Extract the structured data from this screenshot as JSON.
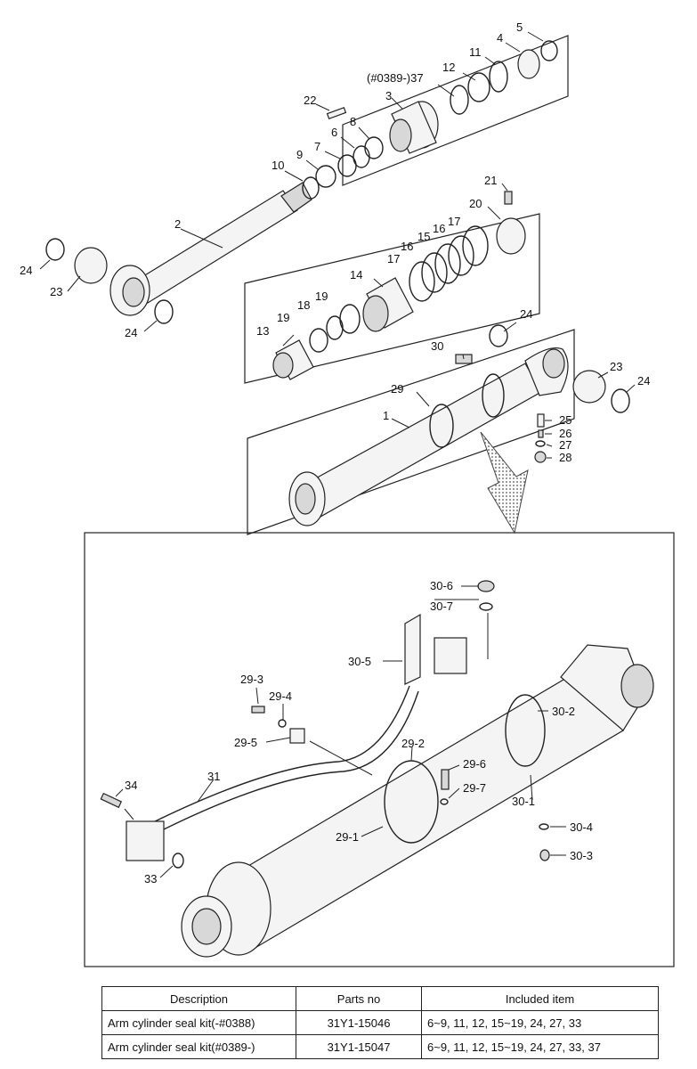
{
  "callouts": {
    "c1": "1",
    "c2": "2",
    "c3": "3",
    "c4": "4",
    "c5": "5",
    "c6": "6",
    "c7": "7",
    "c8": "8",
    "c9": "9",
    "c10": "10",
    "c11": "11",
    "c12": "12",
    "c13": "13",
    "c14": "14",
    "c15": "15",
    "c16a": "16",
    "c16b": "16",
    "c17a": "17",
    "c17b": "17",
    "c18": "18",
    "c19a": "19",
    "c19b": "19",
    "c20": "20",
    "c21": "21",
    "c22": "22",
    "c23a": "23",
    "c23b": "23",
    "c24a": "24",
    "c24b": "24",
    "c24c": "24",
    "c24d": "24",
    "c25": "25",
    "c26": "26",
    "c27": "27",
    "c28": "28",
    "c29": "29",
    "c30": "30",
    "c37": "(#0389-)37",
    "c29_1": "29-1",
    "c29_2": "29-2",
    "c29_3": "29-3",
    "c29_4": "29-4",
    "c29_5": "29-5",
    "c29_6": "29-6",
    "c29_7": "29-7",
    "c30_1": "30-1",
    "c30_2": "30-2",
    "c30_3": "30-3",
    "c30_4": "30-4",
    "c30_5": "30-5",
    "c30_6": "30-6",
    "c30_7": "30-7",
    "c31": "31",
    "c33": "33",
    "c34": "34"
  },
  "table": {
    "headers": [
      "Description",
      "Parts no",
      "Included item"
    ],
    "rows": [
      [
        "Arm cylinder seal kit(-#0388)",
        "31Y1-15046",
        "6~9, 11, 12, 15~19, 24, 27, 33"
      ],
      [
        "Arm cylinder seal kit(#0389-)",
        "31Y1-15047",
        "6~9, 11, 12, 15~19, 24, 27, 33, 37"
      ]
    ]
  }
}
